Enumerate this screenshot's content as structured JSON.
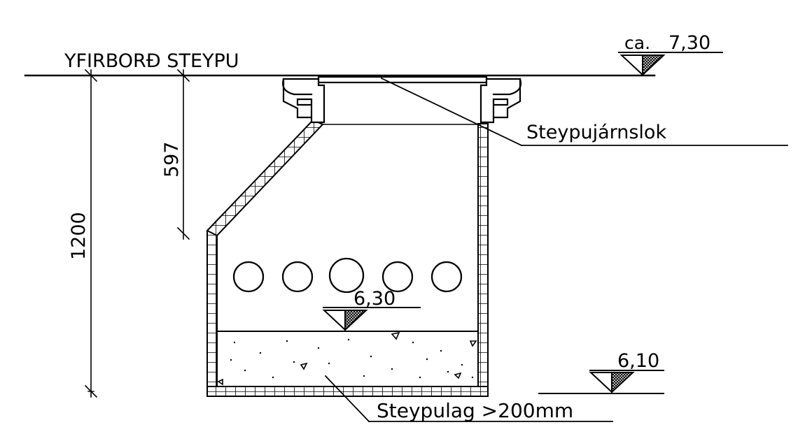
{
  "labels": {
    "surface": "YFIRBORÐ STEYPU",
    "top_level_prefix": "ca.",
    "top_level_value": "7,30",
    "cover": "Steypujárnslok",
    "dim_total": "1200",
    "dim_upper": "597",
    "invert_level": "6,30",
    "bottom_level": "6,10",
    "base_layer": "Steypulag >200mm"
  },
  "colors": {
    "line": "#000000",
    "background": "#ffffff"
  }
}
